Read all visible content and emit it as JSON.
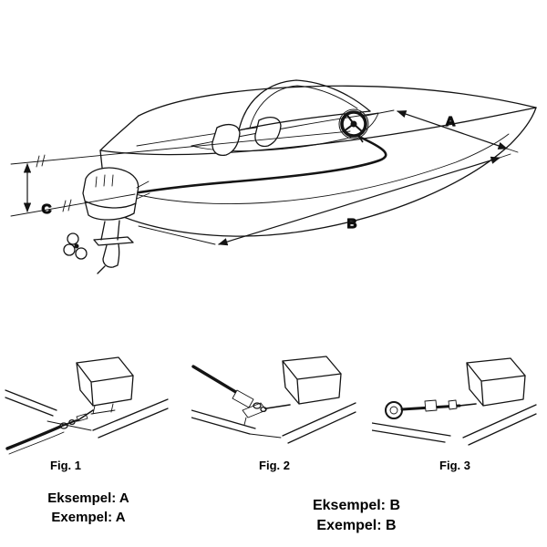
{
  "main_diagram": {
    "dimension_labels": {
      "a": "A",
      "b": "B",
      "c": "C"
    }
  },
  "figures": [
    {
      "caption": "Fig. 1"
    },
    {
      "caption": "Fig. 2"
    },
    {
      "caption": "Fig. 3"
    }
  ],
  "examples": {
    "a": {
      "line1": "Eksempel: A",
      "line2": "Exempel: A"
    },
    "b": {
      "line1": "Eksempel: B",
      "line2": "Exempel: B"
    }
  }
}
